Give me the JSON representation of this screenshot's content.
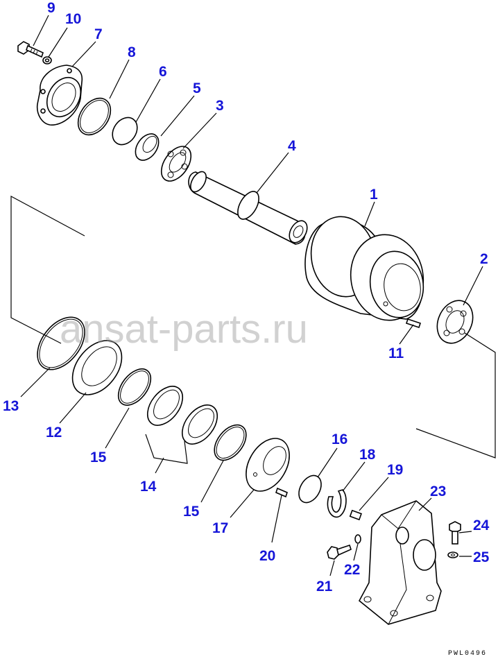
{
  "diagram": {
    "drawing_code": "PWL0496",
    "watermark": "ansat-parts.ru",
    "callouts": [
      {
        "id": "c9",
        "label": "9"
      },
      {
        "id": "c10",
        "label": "10"
      },
      {
        "id": "c7",
        "label": "7"
      },
      {
        "id": "c8",
        "label": "8"
      },
      {
        "id": "c6",
        "label": "6"
      },
      {
        "id": "c5",
        "label": "5"
      },
      {
        "id": "c3",
        "label": "3"
      },
      {
        "id": "c4",
        "label": "4"
      },
      {
        "id": "c1",
        "label": "1"
      },
      {
        "id": "c2",
        "label": "2"
      },
      {
        "id": "c11",
        "label": "11"
      },
      {
        "id": "c13",
        "label": "13"
      },
      {
        "id": "c12",
        "label": "12"
      },
      {
        "id": "c15a",
        "label": "15"
      },
      {
        "id": "c14",
        "label": "14"
      },
      {
        "id": "c15b",
        "label": "15"
      },
      {
        "id": "c16",
        "label": "16"
      },
      {
        "id": "c18",
        "label": "18"
      },
      {
        "id": "c19",
        "label": "19"
      },
      {
        "id": "c23",
        "label": "23"
      },
      {
        "id": "c17",
        "label": "17"
      },
      {
        "id": "c20",
        "label": "20"
      },
      {
        "id": "c24",
        "label": "24"
      },
      {
        "id": "c25",
        "label": "25"
      },
      {
        "id": "c22",
        "label": "22"
      },
      {
        "id": "c21",
        "label": "21"
      }
    ]
  }
}
